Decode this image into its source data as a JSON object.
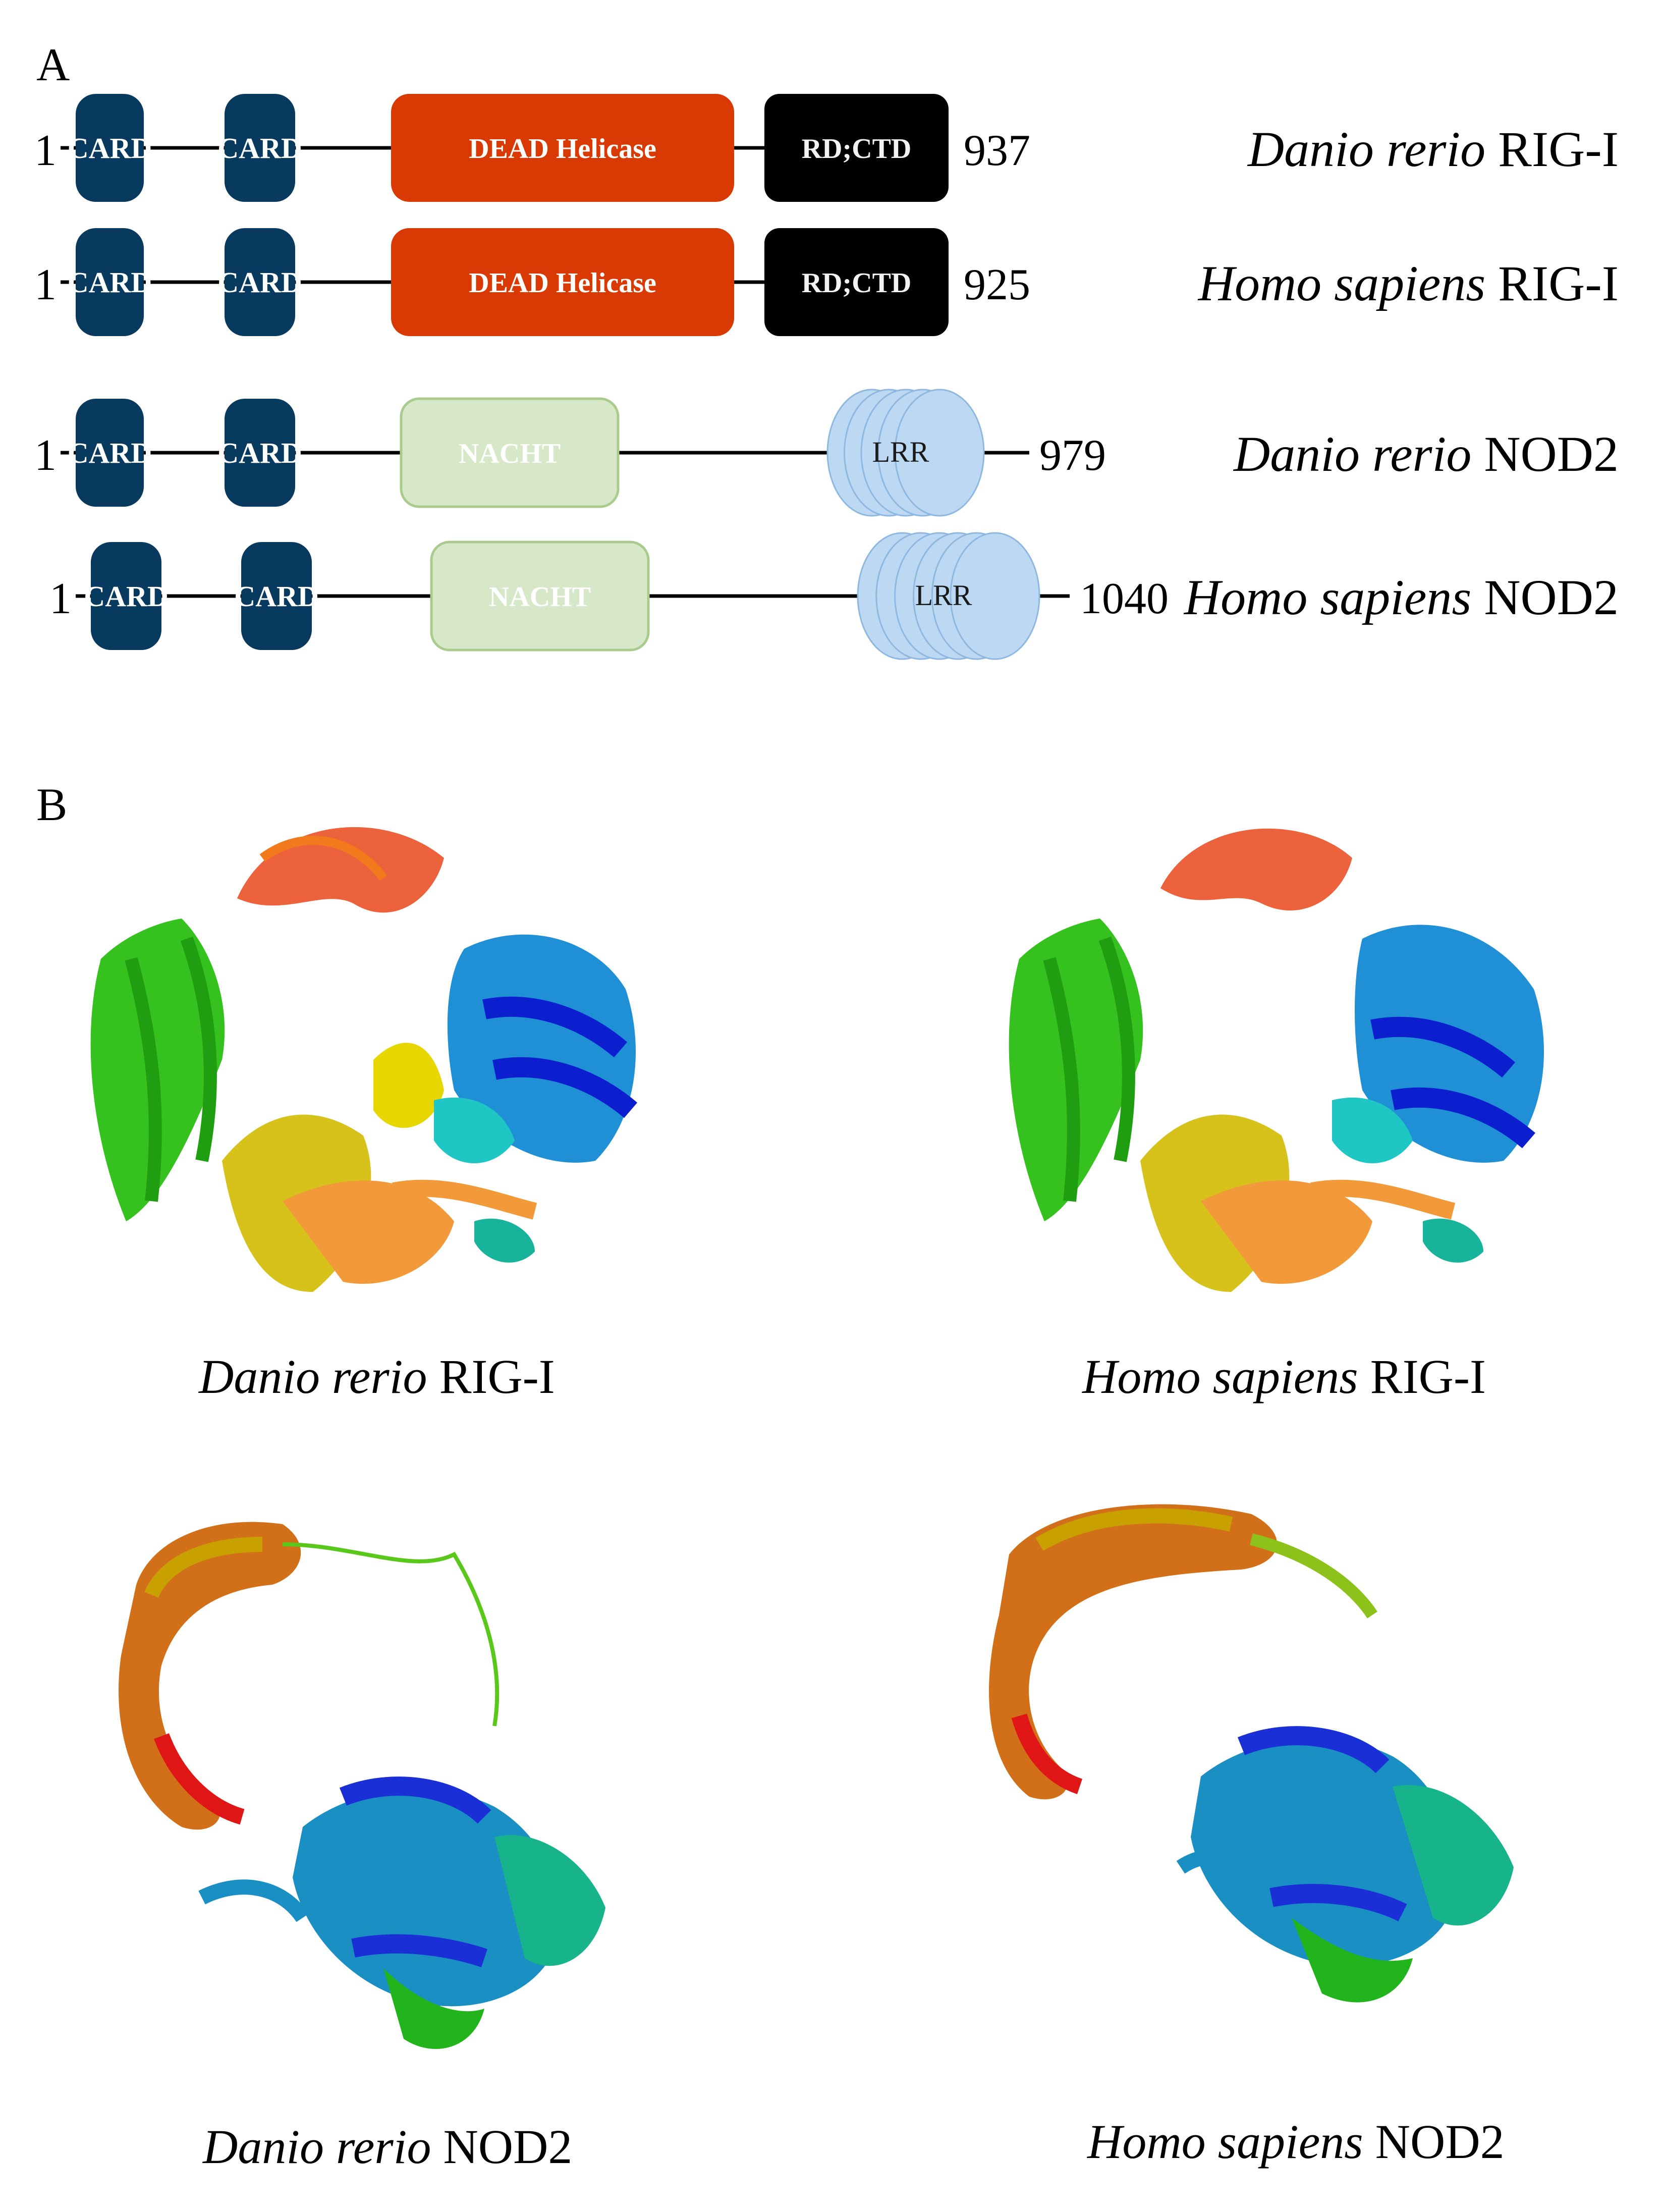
{
  "panels": {
    "a_label": "A",
    "b_label": "B"
  },
  "colors": {
    "card": "#073a5e",
    "dead_helicase": "#d93a04",
    "rd_ctd": "#000000",
    "nacht": "#d6e8c8",
    "nacht_stroke": "#a9cc8e",
    "lrr": "#bcd8f2",
    "lrr_stroke": "#8fb8e0"
  },
  "proteins": [
    {
      "genus": "Danio rerio",
      "name": "RIG-I",
      "start_label": "1",
      "end_label": "937",
      "domains": [
        {
          "type": "card",
          "label": "CARD"
        },
        {
          "type": "card",
          "label": "CARD"
        },
        {
          "type": "helicase",
          "label": "DEAD Helicase"
        },
        {
          "type": "ctd",
          "label": "RD;CTD"
        }
      ]
    },
    {
      "genus": "Homo sapiens",
      "name": "RIG-I",
      "start_label": "1",
      "end_label": "925",
      "domains": [
        {
          "type": "card",
          "label": "CARD"
        },
        {
          "type": "card",
          "label": "CARD"
        },
        {
          "type": "helicase",
          "label": "DEAD Helicase"
        },
        {
          "type": "ctd",
          "label": "RD;CTD"
        }
      ]
    },
    {
      "genus": "Danio rerio",
      "name": "NOD2",
      "start_label": "1",
      "end_label": "979",
      "domains": [
        {
          "type": "card",
          "label": "CARD"
        },
        {
          "type": "card",
          "label": "CARD"
        },
        {
          "type": "nacht",
          "label": "NACHT"
        },
        {
          "type": "lrr",
          "label": "LRR",
          "repeats": 5
        }
      ]
    },
    {
      "genus": "Homo sapiens",
      "name": "NOD2",
      "start_label": "1",
      "end_label": "1040",
      "domains": [
        {
          "type": "card",
          "label": "CARD"
        },
        {
          "type": "card",
          "label": "CARD"
        },
        {
          "type": "nacht",
          "label": "NACHT"
        },
        {
          "type": "lrr",
          "label": "LRR",
          "repeats": 6
        }
      ]
    }
  ],
  "structures": [
    {
      "genus": "Danio rerio",
      "name": "RIG-I"
    },
    {
      "genus": "Homo sapiens",
      "name": "RIG-I"
    },
    {
      "genus": "Danio rerio",
      "name": "NOD2"
    },
    {
      "genus": "Homo sapiens",
      "name": "NOD2"
    }
  ]
}
